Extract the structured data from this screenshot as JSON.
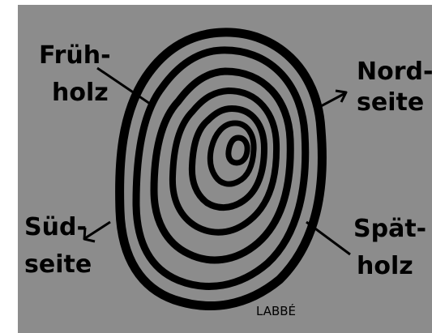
{
  "labels": {
    "fruehholz": [
      "Früh-",
      "holz"
    ],
    "nordseite": [
      "Nord-",
      "seite"
    ],
    "suedseite": [
      "Süd-",
      "seite"
    ],
    "spaetholz": [
      "Spät-",
      "holz"
    ],
    "signature": "LABBÉ"
  },
  "colors": {
    "background": "#8c8c8c",
    "ring": "#000000",
    "page": "#ffffff"
  }
}
